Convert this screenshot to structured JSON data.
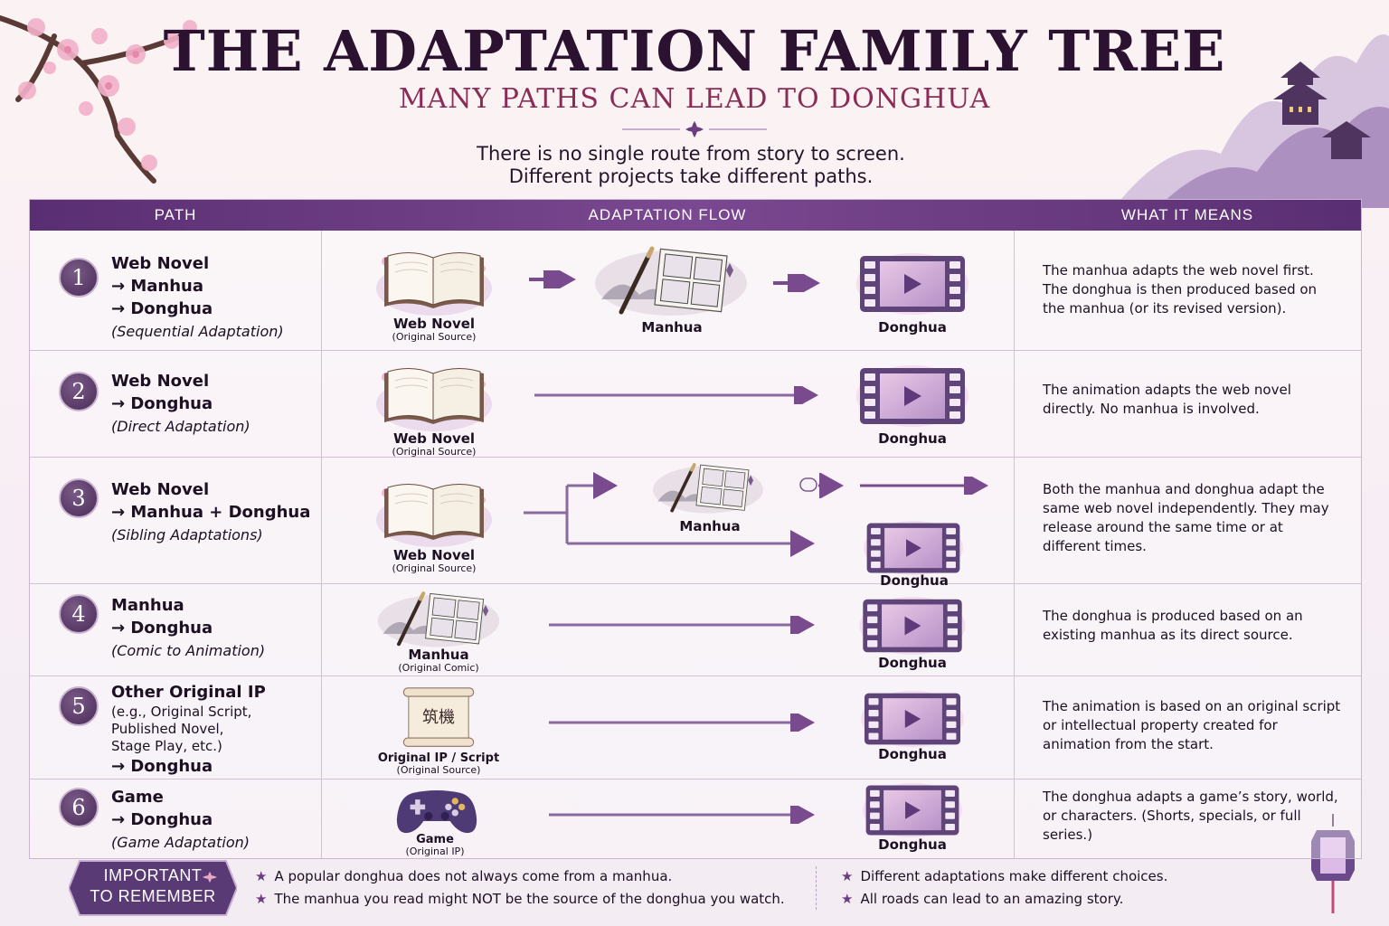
{
  "header": {
    "title": "THE ADAPTATION FAMILY TREE",
    "subtitle": "MANY PATHS CAN LEAD TO DONGHUA",
    "intro_line1": "There is no single route from story to screen.",
    "intro_line2": "Different projects take different paths."
  },
  "table": {
    "col_path": "PATH",
    "col_flow": "ADAPTATION FLOW",
    "col_means": "WHAT IT MEANS"
  },
  "rows": [
    {
      "number": "1",
      "path_lines": [
        "Web Novel",
        "→ Manhua",
        "→ Donghua"
      ],
      "path_note": "(Sequential Adaptation)",
      "nodes": [
        {
          "label": "Web Novel",
          "sub": "(Original Source)"
        },
        {
          "label": "Manhua",
          "sub": ""
        },
        {
          "label": "Donghua",
          "sub": ""
        }
      ],
      "meaning": "The manhua adapts the web novel first. The donghua is then produced based on the manhua (or its revised version)."
    },
    {
      "number": "2",
      "path_lines": [
        "Web Novel",
        "→ Donghua"
      ],
      "path_note": "(Direct Adaptation)",
      "nodes": [
        {
          "label": "Web Novel",
          "sub": "(Original Source)"
        },
        {
          "label": "Donghua",
          "sub": ""
        }
      ],
      "meaning": "The animation adapts the web novel directly. No manhua is involved."
    },
    {
      "number": "3",
      "path_lines": [
        "Web Novel",
        "→ Manhua + Donghua"
      ],
      "path_note": "(Sibling Adaptations)",
      "nodes": [
        {
          "label": "Web Novel",
          "sub": "(Original Source)"
        },
        {
          "label": "Manhua",
          "sub": ""
        },
        {
          "label": "Donghua",
          "sub": ""
        }
      ],
      "meaning": "Both the manhua and donghua adapt the same web novel independently. They may release around the same time or at different times."
    },
    {
      "number": "4",
      "path_lines": [
        "Manhua",
        "→ Donghua"
      ],
      "path_note": "(Comic to Animation)",
      "nodes": [
        {
          "label": "Manhua",
          "sub": "(Original Comic)"
        },
        {
          "label": "Donghua",
          "sub": ""
        }
      ],
      "meaning": "The donghua is produced based on an existing manhua as its direct source."
    },
    {
      "number": "5",
      "path_lines": [
        "Other Original IP"
      ],
      "path_small": [
        "(e.g., Original Script,",
        "Published Novel,",
        "Stage Play, etc.)"
      ],
      "path_end": "→ Donghua",
      "nodes": [
        {
          "label": "Original IP / Script",
          "sub": "(Original Source)"
        },
        {
          "label": "Donghua",
          "sub": ""
        }
      ],
      "meaning": "The animation is based on an original script or intellectual property created for animation from the start."
    },
    {
      "number": "6",
      "path_lines": [
        "Game",
        "→ Donghua"
      ],
      "path_note": "(Game Adaptation)",
      "nodes": [
        {
          "label": "Game",
          "sub": "(Original IP)"
        },
        {
          "label": "Donghua",
          "sub": ""
        }
      ],
      "meaning": "The donghua adapts a game’s story, world, or characters. (Shorts, specials, or full series.)"
    }
  ],
  "scroll_text": "筑機",
  "footer": {
    "badge_line1": "IMPORTANT",
    "badge_line2": "TO REMEMBER",
    "tips": [
      "A popular donghua does not always come from a manhua.",
      "The manhua you read might NOT be the source of the donghua you watch.",
      "Different adaptations make different choices.",
      "All roads can lead to an amazing story."
    ]
  },
  "icons": {
    "book": "open-book-icon",
    "manhua": "manhua-panels-icon",
    "donghua": "film-play-icon",
    "scroll": "scroll-icon",
    "game": "gamepad-icon",
    "star": "star-icon"
  },
  "colors": {
    "accent": "#6b3d80",
    "header_bar": "#5a2e72",
    "subtitle": "#8a2c55"
  }
}
